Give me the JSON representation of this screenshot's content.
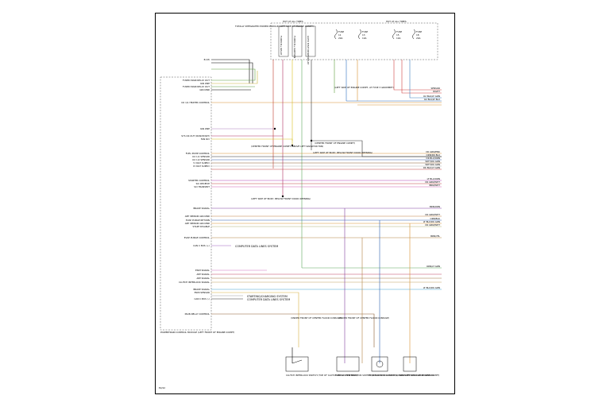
{
  "top": {
    "hot_run_label": "HOT AT ALL TIMES",
    "hot_all_label": "HOT AT ALL TIMES",
    "ipm_label": "TOTALLY INTEGRATED POWER MODULE (LEFT SIDE OF ENGINE COMPT)",
    "relay1": "FUSED B+ RELAY",
    "relay2": "FUSED B+ IGNITION",
    "relay3": "AUTO SHUT DOWN RELAY",
    "fuses": [
      {
        "name": "FUSE",
        "num": "11",
        "amp": "20A"
      },
      {
        "name": "FUSE",
        "num": "13",
        "amp": "10A"
      },
      {
        "name": "FUSE",
        "num": "15",
        "amp": "10A"
      },
      {
        "name": "FUSE",
        "num": "18",
        "amp": "20A"
      }
    ]
  },
  "left_labels": [
    "B (M)",
    "FUSED MAIN RELAY OUT",
    "IGN ONE",
    "FUSED MAIN RELAY OUT",
    "GROUND",
    "O2 1/1 HEATER CONTROL",
    "IGN ONE",
    "SYS OK OUT (RUN/START)",
    "FAN RLY",
    "FUEL PUMP CONTROL",
    "O2 1/1 SENSOR",
    "O2 1/2 SENSOR",
    "5 VOLT SUPPLY",
    "8 VOLT SUPPLY",
    "STARTER CONTROL",
    "SCI RECEIVE",
    "SCI TRANSMIT",
    "BRAKE SIGNAL",
    "APP SENSOR GROUND",
    "EVAP PURGE RETURN",
    "APP SENSOR GROUND",
    "START DISABLE",
    "EVAP PURGE CONTROL",
    "CAN C BUS (+)",
    "ESIM SIGNAL",
    "APP SIGNAL",
    "APP SIGNAL",
    "CLUTCH INTERLOCK SIGNAL",
    "BRAKE SIGNAL",
    "ESIM SENSOR",
    "CAN C BUS (-)",
    "MAIN RELAY CONTROL"
  ],
  "ecm_label": "POWERTRAIN CONTROL MODULE (LEFT FRONT OF ENGINE COMPT)",
  "mid_notes": {
    "splice1": "(CENTER FRONT OF ENGINE COMPT, ABOVE LEFT RADIATOR FAN)",
    "splice2": "(LEFT SIDE OF BODY, BELOW FRONT DOOR OPENING)",
    "splice3": "(CENTER FRONT OF ENGINE COMPT)",
    "splice4": "(LEFT SIDE OF BODY, BELOW FRONT DOOR OPENING)",
    "splice5": "(LEFT SIDE OF ENGINE COMPT, AT FUSE 3 GROMMET)",
    "ref1": "COMPUTER DATA LINES SYSTEM",
    "ref2": "STARTING/CHARGING SYSTEM",
    "ref3": "COMPUTER DATA LINES SYSTEM",
    "floor1": "(UNDER FRONT OF CENTER FLOOR CONSOLE)",
    "floor2": "(UNDER FRONT OF CENTER FLOOR CONSOLE)"
  },
  "right_labels": [
    "SENSOR",
    "RIGHT",
    "O2 BLK/LT GRN",
    "O2 BLK/LT BLU",
    "DK GRN/PNK",
    "ORN/DK BLU",
    "DK BLU/ORN",
    "WHT/DK GRN",
    "WHT/DK GRN",
    "DK BLU/LT GRN",
    "LT BLU/ORN",
    "DK GRN/WHT",
    "BRN/WHT",
    "BRN/ORN",
    "DK GRN/WHT",
    "ORN/BLK",
    "LT BLU/DK GRN",
    "DK GRN/WHT",
    "BRN/YEL",
    "ORN/LT GRN",
    "LT BLU/DK GRN"
  ],
  "bottom_components": [
    {
      "name": "CLUTCH INTERLOCK SWITCH (TOP OF CLUTCH PEDAL ASSEMBLY)"
    },
    {
      "name": "EVAP SYSTEM MONITOR SWITCH (NEAR EVAP CANISTER)"
    },
    {
      "name": "EVAP PURGE SOLENOID (LOWER LEFT REAR OF ENGINE COMPT)"
    },
    {
      "name": "TRANSMISSION RANGE SENSOR"
    }
  ],
  "page_code": "E2/22"
}
